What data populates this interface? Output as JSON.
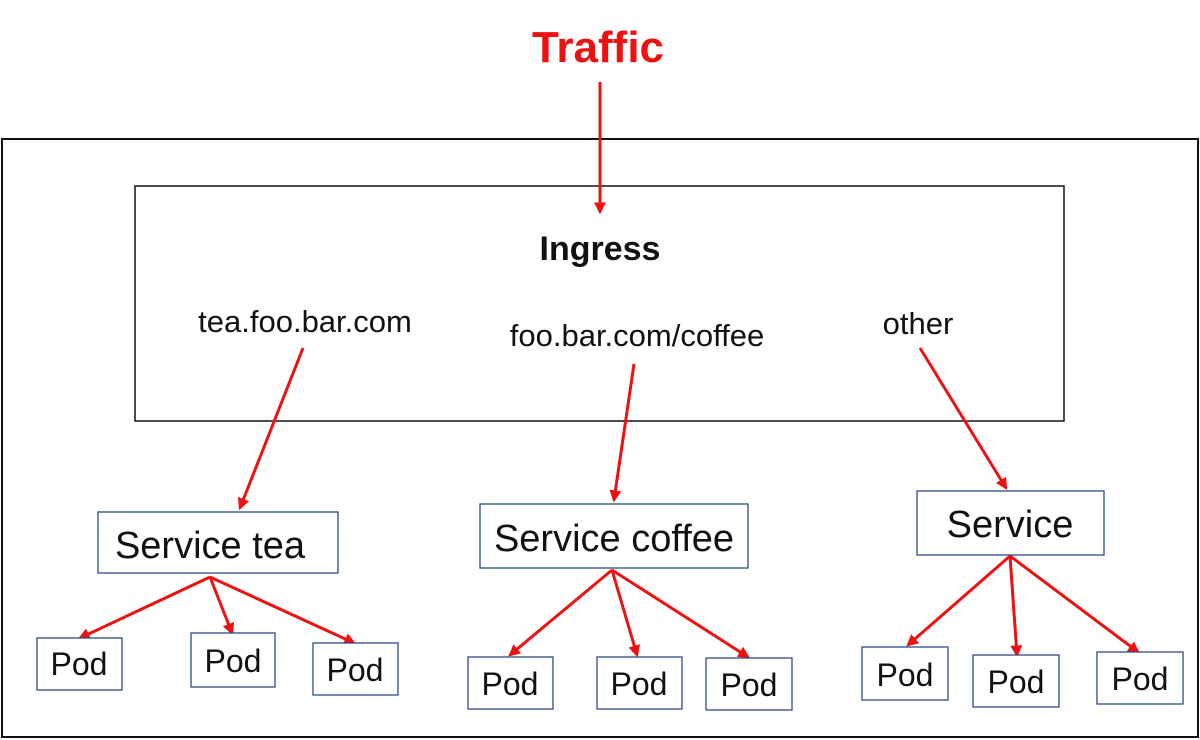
{
  "diagram": {
    "traffic_label": "Traffic",
    "ingress_label": "Ingress",
    "routes": [
      "tea.foo.bar.com",
      "foo.bar.com/coffee",
      "other"
    ],
    "services": [
      {
        "label": "Service tea",
        "pods": [
          "Pod",
          "Pod",
          "Pod"
        ]
      },
      {
        "label": "Service coffee",
        "pods": [
          "Pod",
          "Pod",
          "Pod"
        ]
      },
      {
        "label": "Service",
        "pods": [
          "Pod",
          "Pod",
          "Pod"
        ]
      }
    ],
    "colors": {
      "arrow": "#ee1111",
      "traffic_text": "#ee1111",
      "box_border": "#111111",
      "node_border": "#2f4a86"
    }
  }
}
